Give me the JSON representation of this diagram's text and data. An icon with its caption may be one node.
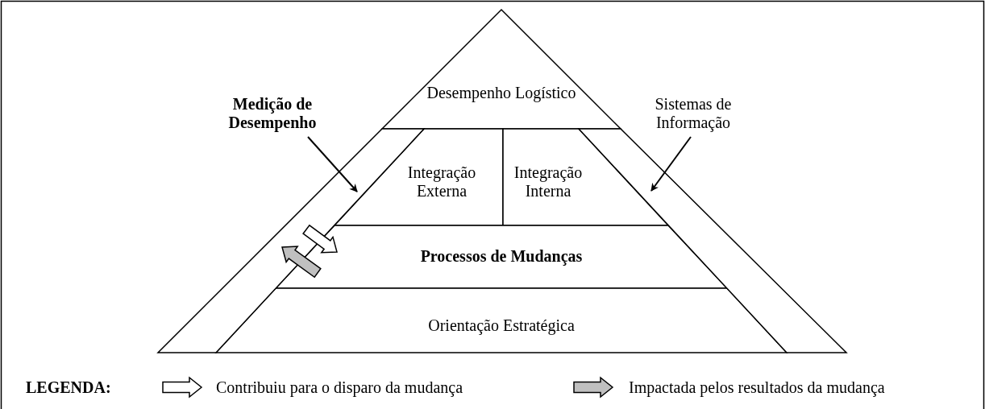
{
  "diagram": {
    "nodes": [
      {
        "text": [
          "Desempenho Logístico"
        ]
      },
      {
        "text": [
          "Integração Externa"
        ]
      },
      {
        "text": [
          "Integração Interna"
        ]
      },
      {
        "text": [
          "Processos de Mudanças"
        ]
      },
      {
        "text": [
          "Orientação Estratégica"
        ]
      },
      {
        "text": [
          "Medição de Desempenho"
        ]
      },
      {
        "text": [
          "Sistemas de Informação"
        ]
      },
      {
        "text": [],
        "shape": "band"
      },
      {
        "text": [],
        "shape": "band"
      }
    ],
    "edges": [
      {
        "from": 5,
        "to": 7,
        "arrow": "to"
      },
      {
        "from": 6,
        "to": 8,
        "arrow": "to"
      },
      {
        "from": 7,
        "to": 3,
        "arrow": "to",
        "style": "thick"
      },
      {
        "from": 3,
        "to": 7,
        "arrow": "to",
        "style": "thick",
        "color": "#c0c0c0"
      }
    ],
    "legend": [
      {
        "text": "Contribuiu para o disparo da mudança",
        "color": "#ffffff"
      },
      {
        "text": "Impactada pelos resultados da mudança",
        "color": "#c0c0c0"
      }
    ],
    "labels": [
      "LEGENDA:"
    ]
  }
}
